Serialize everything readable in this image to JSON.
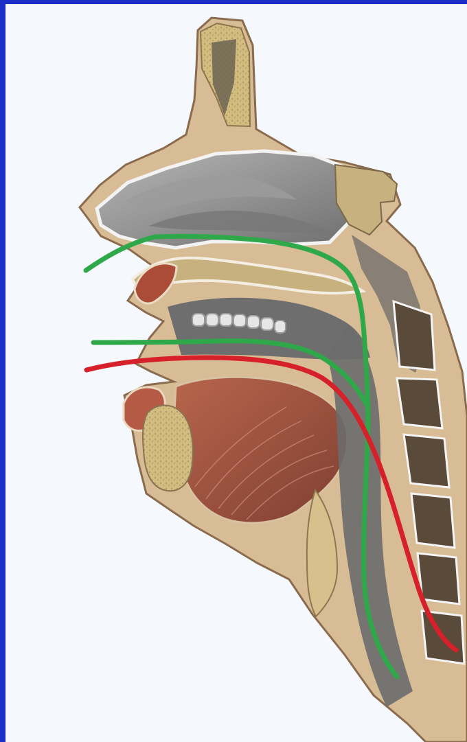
{
  "figure": {
    "subject": "sagittal-head-neck-section",
    "colors": {
      "frame": "#1b2ec8",
      "background": "#f5f8fc",
      "airway_path": "#2fa84a",
      "food_path": "#d6202a",
      "bone": "#c9b27a",
      "cavity": "#8d8d8d",
      "muscle": "#a2533f",
      "skin": "#d9b99a"
    },
    "paths": [
      {
        "name": "upper-green",
        "color": "green"
      },
      {
        "name": "middle-green",
        "color": "green"
      },
      {
        "name": "red",
        "color": "red"
      }
    ]
  }
}
